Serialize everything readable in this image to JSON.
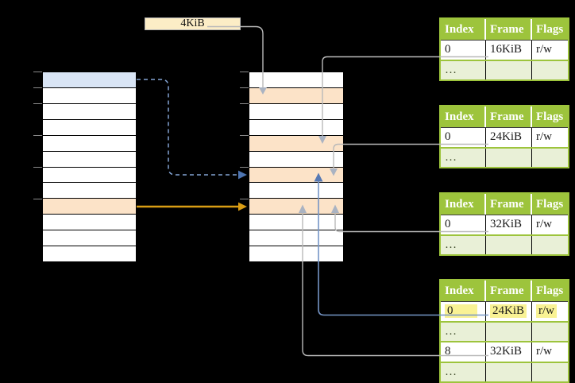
{
  "page_size_label": {
    "text": "4KiB"
  },
  "tables": [
    {
      "name": "page-table-16kib",
      "headers": [
        "Index",
        "Frame",
        "Flags"
      ],
      "rows": [
        [
          "0",
          "16KiB",
          "r/w"
        ],
        [
          "…",
          "",
          ""
        ]
      ]
    },
    {
      "name": "page-table-24kib",
      "headers": [
        "Index",
        "Frame",
        "Flags"
      ],
      "rows": [
        [
          "0",
          "24KiB",
          "r/w"
        ],
        [
          "…",
          "",
          ""
        ]
      ]
    },
    {
      "name": "page-table-32kib",
      "headers": [
        "Index",
        "Frame",
        "Flags"
      ],
      "rows": [
        [
          "0",
          "32KiB",
          "r/w"
        ],
        [
          "…",
          "",
          ""
        ]
      ]
    },
    {
      "name": "level2-page-table",
      "headers": [
        "Index",
        "Frame",
        "Flags"
      ],
      "rows": [
        [
          "0",
          "24KiB",
          "r/w"
        ],
        [
          "…",
          "",
          ""
        ],
        [
          "8",
          "32KiB",
          "r/w"
        ],
        [
          "…",
          "",
          ""
        ]
      ],
      "highlighted_row": 0
    }
  ],
  "columns": {
    "virtual_memory": {
      "rows": 12,
      "blue_row_index": 0,
      "orange_row_index": 8
    },
    "physical_memory": {
      "rows": 12,
      "orange_row_indexes": [
        1,
        4,
        6,
        8
      ]
    }
  },
  "colors": {
    "green": "#9dc43c",
    "light-green": "#e9f0d7",
    "cream": "#fcedc6",
    "peach": "#fce3c8",
    "blue-row": "#d9e5f5",
    "yellow-hl": "#f9f294",
    "gray-line": "#b9b9b9",
    "gray-head": "#aab3c2",
    "blue-line": "#7595c6",
    "blue-head": "#5679b4",
    "dash-blue": "#82a3d3",
    "dash-head": "#4e75b2",
    "orange-arrow": "#da9d14"
  }
}
